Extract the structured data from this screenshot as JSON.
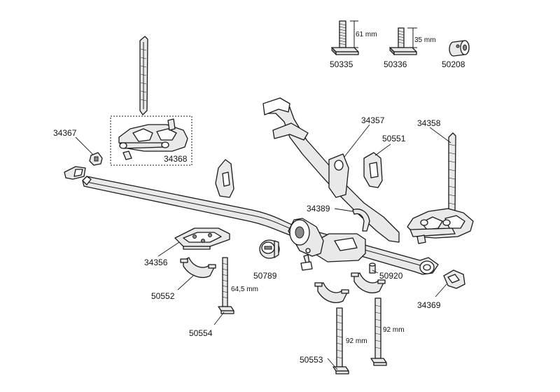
{
  "part_labels": {
    "p50335": "50335",
    "p50336": "50336",
    "p50208": "50208",
    "p34367": "34367",
    "p34368": "34368",
    "p34357": "34357",
    "p34358": "34358",
    "p50551": "50551",
    "p34389": "34389",
    "p34356": "34356",
    "p50789": "50789",
    "p50920": "50920",
    "p50552": "50552",
    "p34369": "34369",
    "p50554": "50554",
    "p50553": "50553"
  },
  "dimensions": {
    "d61": "61 mm",
    "d35": "35 mm",
    "d645": "64,5 mm",
    "d92a": "92 mm",
    "d92b": "92 mm"
  },
  "colors": {
    "line": "#1a1a1a",
    "fill": "#e9e9e9",
    "background": "#ffffff"
  }
}
